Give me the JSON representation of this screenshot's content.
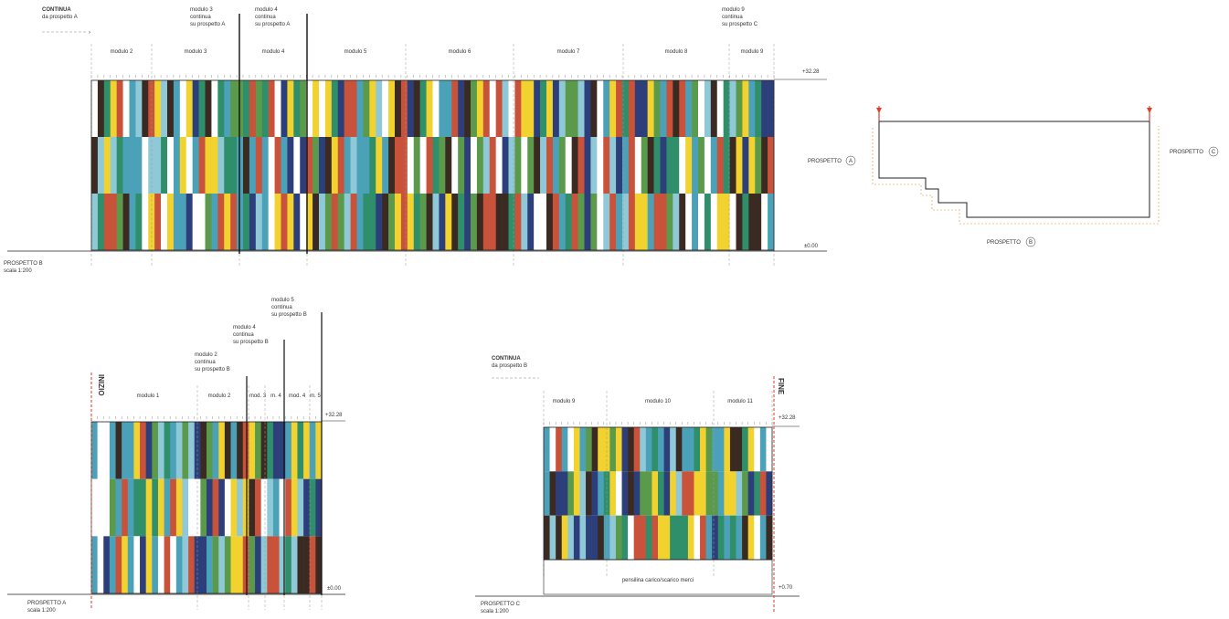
{
  "colors": {
    "palette": [
      "#4aa1b8",
      "#2f8f6a",
      "#f2d22e",
      "#c8523a",
      "#ffffff",
      "#3a2a22",
      "#2d3f7a",
      "#8fc9d8",
      "#5a9a4a"
    ],
    "line": "#222222",
    "red": "#e03a2a",
    "orange": "#e08a2a"
  },
  "prospetto_b": {
    "continua_title": "CONTINUA",
    "continua_sub": "da prospetto A",
    "note_left": [
      "modulo 3",
      "continua",
      "su prospetto A"
    ],
    "note_mid": [
      "modulo 4",
      "continua",
      "su prospetto A"
    ],
    "note_right": [
      "modulo 9",
      "continua",
      "su prospetto C"
    ],
    "modules": [
      "modulo 2",
      "modulo 3",
      "modulo 4",
      "modulo 5",
      "modulo 6",
      "modulo 7",
      "modulo 8",
      "modulo 9"
    ],
    "level_top": "+32.28",
    "level_bottom": "±0.00",
    "title": "PROSPETTO B",
    "scale": "scala 1:200"
  },
  "plan": {
    "label_a": "PROSPETTO",
    "letter_a": "A",
    "label_b": "PROSPETTO",
    "letter_b": "B",
    "label_c": "PROSPETTO",
    "letter_c": "C"
  },
  "prospetto_a": {
    "inizio": "INIZIO",
    "note_m2": [
      "modulo 2",
      "continua",
      "su prospetto B"
    ],
    "note_m4": [
      "modulo 4",
      "continua",
      "su prospetto B"
    ],
    "note_m5": [
      "modulo 5",
      "continua",
      "su prospetto B"
    ],
    "modules": [
      "modulo 1",
      "modulo 2",
      "mod. 3",
      "m. 4",
      "mod. 4",
      "m. 5"
    ],
    "level_top": "+32.28",
    "level_bottom": "±0.00",
    "title": "PROSPETTO A",
    "scale": "scala 1:200"
  },
  "prospetto_c": {
    "continua_title": "CONTINUA",
    "continua_sub": "da prospetto B",
    "fine": "FINE",
    "modules": [
      "modulo 9",
      "modulo 10",
      "modulo 11"
    ],
    "level_top": "+32.28",
    "level_bottom": "+0.70",
    "pensilina": "pensilina carico/scarico merci",
    "title": "PROSPETTO C",
    "scale": "scala 1:200"
  }
}
